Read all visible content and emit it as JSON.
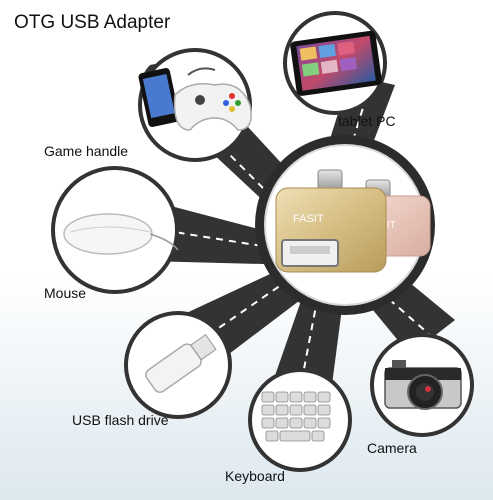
{
  "title": "OTG USB Adapter",
  "devices": {
    "tablet": "tablet PC",
    "game": "Game handle",
    "mouse": "Mouse",
    "usb": "USB flash drive",
    "keyboard": "Keyboard",
    "camera": "Camera"
  },
  "product": {
    "brand_front": "FASIT",
    "brand_back": "FASIT"
  },
  "colors": {
    "hub_dark": "#2a2a2a",
    "arm_dark": "#3a3a3a",
    "dash": "#ffffff",
    "gold": "#d8c28a",
    "rose": "#e9c9bf",
    "background": "#ffffff",
    "bottom_tint": "#dfe9ef"
  }
}
